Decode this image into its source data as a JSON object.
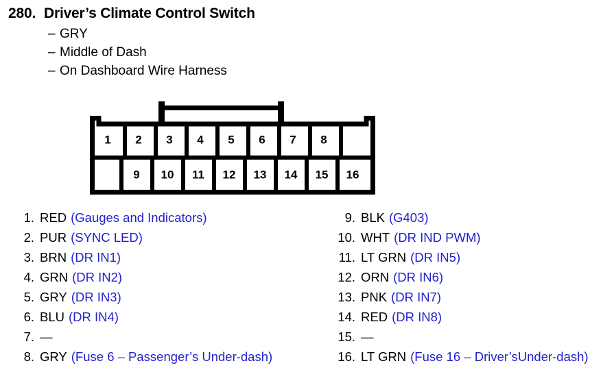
{
  "header": {
    "number": "280.",
    "title": "Driver’s Climate Control Switch",
    "attributes": [
      {
        "dash": "–",
        "text": "GRY"
      },
      {
        "dash": "–",
        "text": "Middle of Dash"
      },
      {
        "dash": "–",
        "text": "On Dashboard Wire Harness"
      }
    ]
  },
  "connector": {
    "top_row_pins": [
      "1",
      "2",
      "3",
      "4",
      "5",
      "6",
      "7",
      "8"
    ],
    "bottom_row_pins": [
      "9",
      "10",
      "11",
      "12",
      "13",
      "14",
      "15",
      "16"
    ],
    "latch": "top-latch-bracket",
    "outline_color": "#000000",
    "fill_color": "#ffffff"
  },
  "pins": {
    "left_column": [
      {
        "index": "1.",
        "color": "RED",
        "desc": "(Gauges and Indicators)"
      },
      {
        "index": "2.",
        "color": "PUR",
        "desc": "(SYNC LED)"
      },
      {
        "index": "3.",
        "color": "BRN",
        "desc": "(DR IN1)"
      },
      {
        "index": "4.",
        "color": "GRN",
        "desc": "(DR IN2)"
      },
      {
        "index": "5.",
        "color": "GRY",
        "desc": "(DR IN3)"
      },
      {
        "index": "6.",
        "color": "BLU",
        "desc": "(DR IN4)"
      },
      {
        "index": "7.",
        "color": "—",
        "desc": ""
      },
      {
        "index": "8.",
        "color": "GRY",
        "desc": "(Fuse 6 – Passenger’s Under-dash)"
      }
    ],
    "right_column": [
      {
        "index": "9.",
        "color": "BLK",
        "desc": "(G403)"
      },
      {
        "index": "10.",
        "color": "WHT",
        "desc": "(DR IND PWM)"
      },
      {
        "index": "11.",
        "color": "LT GRN",
        "desc": "(DR IN5)"
      },
      {
        "index": "12.",
        "color": "ORN",
        "desc": "(DR IN6)"
      },
      {
        "index": "13.",
        "color": "PNK",
        "desc": "(DR IN7)"
      },
      {
        "index": "14.",
        "color": "RED",
        "desc": "(DR IN8)"
      },
      {
        "index": "15.",
        "color": "—",
        "desc": ""
      },
      {
        "index": "16.",
        "color": "LT GRN",
        "desc": "(Fuse 16 – Driver’sUnder-dash)"
      }
    ]
  },
  "colors": {
    "text": "#000000",
    "description_blue": "#2222cc",
    "background": "#ffffff"
  }
}
